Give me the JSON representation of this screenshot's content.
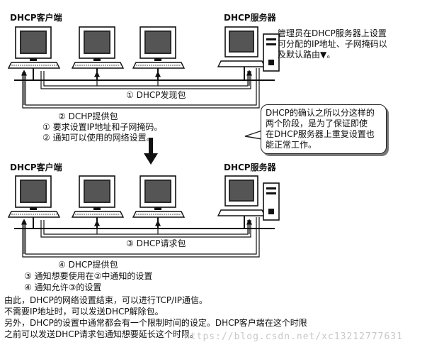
{
  "top": {
    "client_label": "DHCP客户端",
    "server_label": "DHCP服务器",
    "admin_note": [
      "管理员在DHCP服务器上设置",
      "可分配的IP地址、子网掩码以",
      "及默认路由▼。"
    ],
    "msg1": "① DHCP发现包",
    "msg2": "② DCHP提供包",
    "msg2_items": [
      "① 要求设置IP地址和子网掩码。",
      "② 通知可以使用的网络设置。"
    ]
  },
  "callout": [
    "DHCP的确认之所以分这样的",
    "两个阶段，是为了保证即使",
    "在DHCP服务器上重复设置也",
    "能正常工作。"
  ],
  "bottom_diagram": {
    "client_label": "DHCP客户端",
    "server_label": "DHCP服务器",
    "msg3": "③ DHCP请求包",
    "msg4": "④ DHCP提供包",
    "msg4_items": [
      "③ 通知想要使用在②中通知的设置",
      "④ 通知允许③的设置"
    ]
  },
  "footer": [
    "由此，DHCP的网络设置结束，可以进行TCP/IP通信。",
    "不需要IP地址时，可以发送DHCP解除包。",
    "另外，DHCP的设置中通常都会有一个限制时间的设定。DHCP客户端在这个时限",
    "之前可以发送DHCP请求包通知想要延长这个时限。"
  ],
  "watermark": "https://blog.csdn.net/xc13212777631"
}
